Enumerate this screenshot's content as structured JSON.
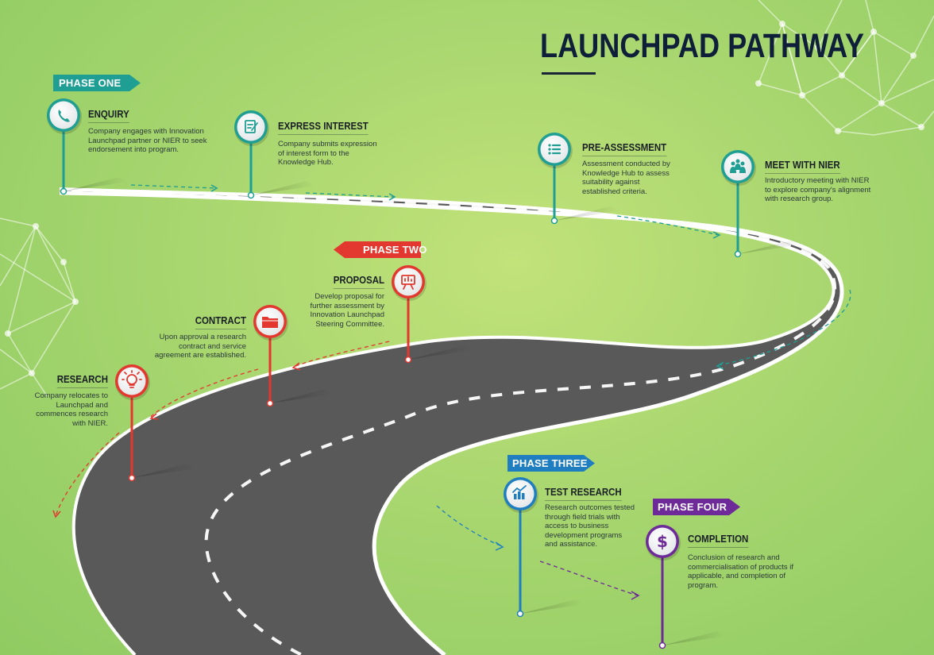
{
  "title": "LAUNCHPAD PATHWAY",
  "colors": {
    "background": "#a8d66f",
    "road": "#5b5b5b",
    "phase_one": "#1f9e93",
    "phase_two": "#e2382f",
    "phase_three": "#1f7ec0",
    "phase_four": "#6d2a98",
    "title": "#0f1f3a"
  },
  "phases": {
    "one": "PHASE ONE",
    "two": "PHASE TWO",
    "three": "PHASE THREE",
    "four": "PHASE FOUR"
  },
  "steps": {
    "enquiry": {
      "title": "ENQUIRY",
      "description": "Company engages with Innovation Launchpad partner or NIER to seek endorsement into program.",
      "icon": "phone-icon"
    },
    "express_interest": {
      "title": "EXPRESS INTEREST",
      "description": "Company submits expression of interest form to the Knowledge Hub.",
      "icon": "form-edit-icon"
    },
    "pre_assessment": {
      "title": "PRE-ASSESSMENT",
      "description": "Assessment conducted by Knowledge Hub to assess suitability against established criteria.",
      "icon": "checklist-icon"
    },
    "meet_with_nier": {
      "title": "MEET WITH NIER",
      "description": "Introductory meeting with NIER to explore company's alignment with research group.",
      "icon": "meeting-icon"
    },
    "proposal": {
      "title": "PROPOSAL",
      "description": "Develop proposal for further assessment by Innovation Launchpad Steering Committee.",
      "icon": "presentation-icon"
    },
    "contract": {
      "title": "CONTRACT",
      "description": "Upon approval a research contract and service agreement are established.",
      "icon": "folder-icon"
    },
    "research": {
      "title": "RESEARCH",
      "description": "Company relocates to Launchpad and commences research with NIER.",
      "icon": "lightbulb-icon"
    },
    "test_research": {
      "title": "TEST RESEARCH",
      "description": "Research outcomes tested through field trials with access to business development programs and assistance.",
      "icon": "bar-chart-icon"
    },
    "completion": {
      "title": "COMPLETION",
      "description": "Conclusion of research and commercialisation of products if applicable, and completion of program.",
      "icon": "dollar-icon"
    }
  }
}
